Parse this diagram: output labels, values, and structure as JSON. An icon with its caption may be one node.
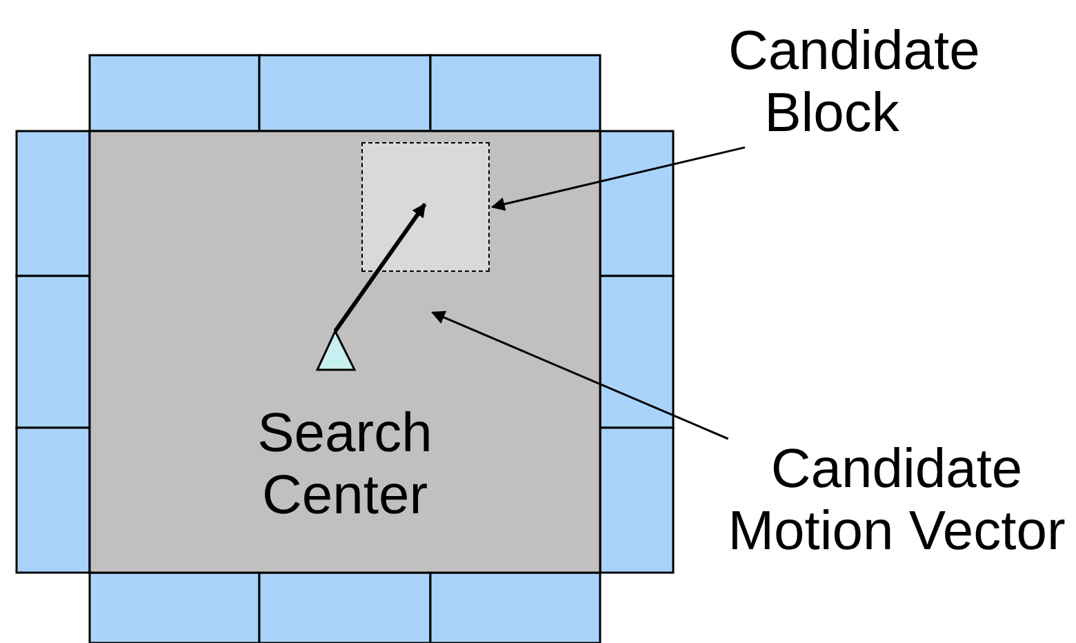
{
  "diagram": {
    "nodes": [
      {
        "text": [
          "Candidate Block"
        ]
      },
      {
        "text": [],
        "shape": "box"
      },
      {
        "text": [
          "Candidate Motion Vector"
        ]
      },
      {
        "text": [],
        "shape": "arrow"
      }
    ],
    "edges": [
      {
        "from": 0,
        "to": 1,
        "arrow": "to"
      },
      {
        "from": 2,
        "to": 3,
        "arrow": "to"
      }
    ],
    "labels": [
      "Search Center"
    ]
  }
}
